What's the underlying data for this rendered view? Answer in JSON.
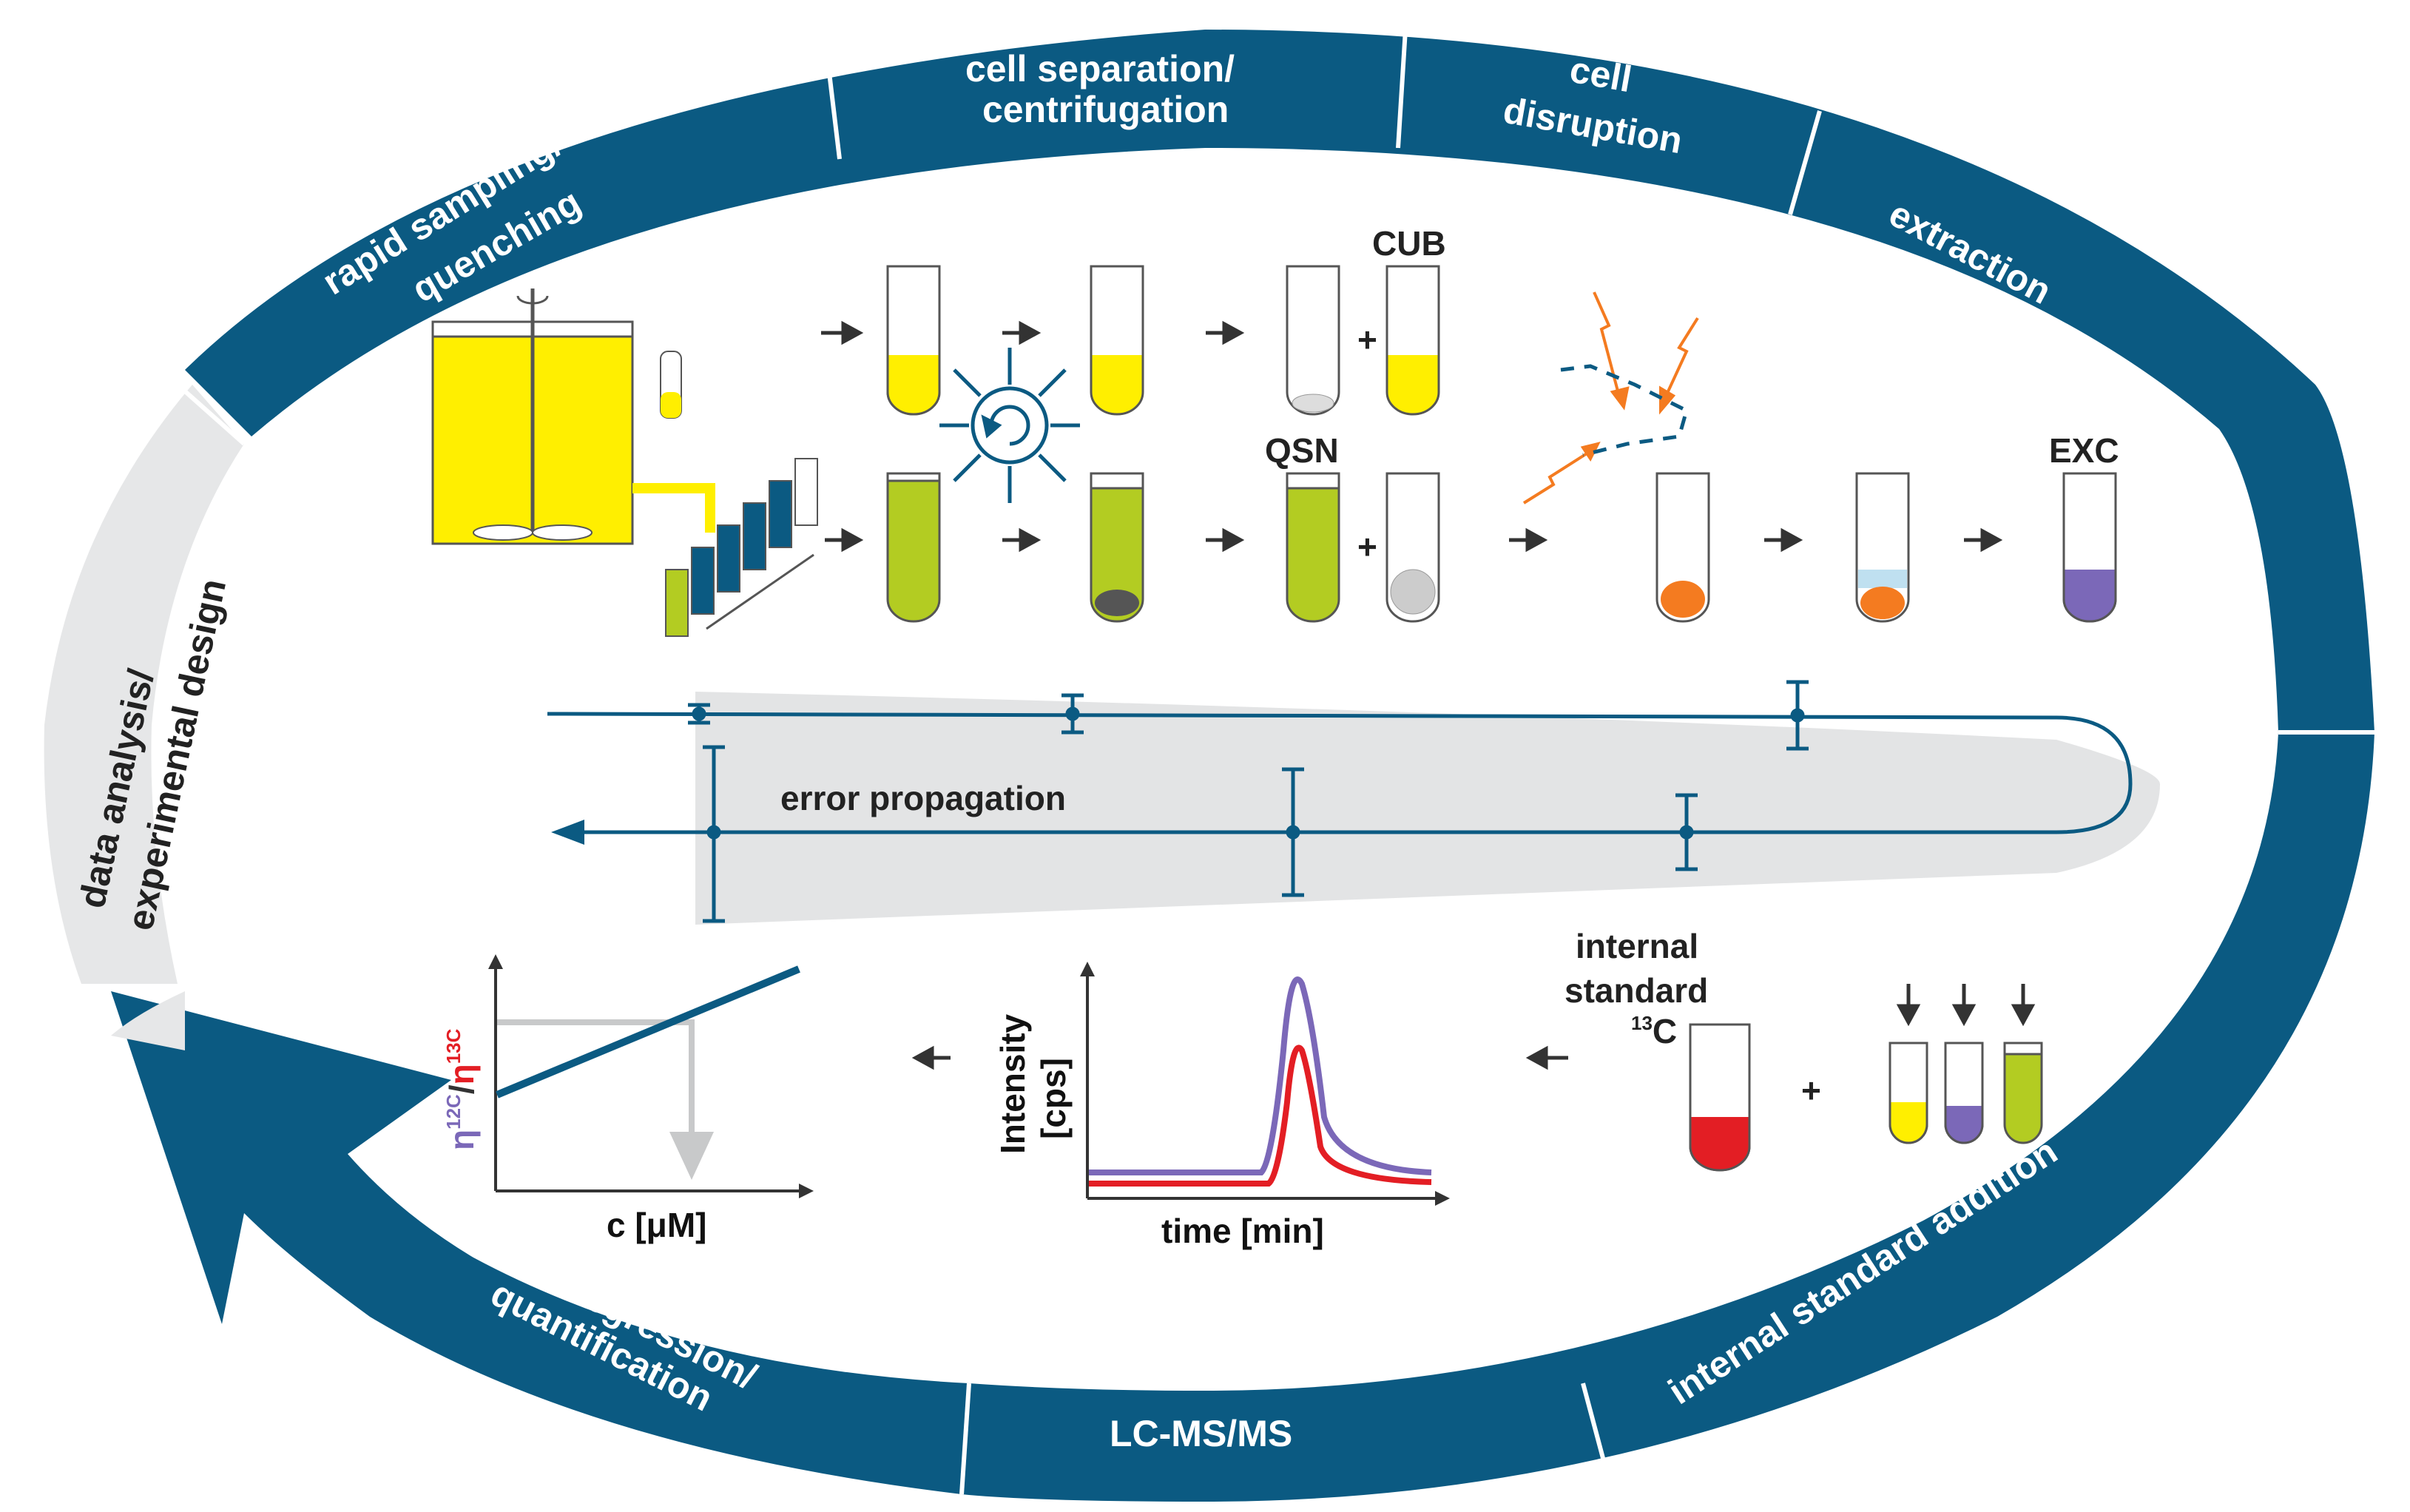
{
  "colors": {
    "ring": "#0b5a82",
    "ring_grey": "#e6e7e8",
    "yellow": "#ffef00",
    "green": "#b3cc22",
    "purple": "#7b68b8",
    "red": "#e31e24",
    "orange": "#f47b20",
    "light_blue": "#bfe0f0",
    "band_grey": "#e3e4e5"
  },
  "ring_steps": {
    "data_analysis": [
      "data analysis/",
      "experimental design"
    ],
    "rapid_sampling": [
      "rapid sampling/",
      "quenching"
    ],
    "cell_separation": [
      "cell separation/",
      "centrifugation"
    ],
    "cell_disruption": [
      "cell",
      "disruption"
    ],
    "extraction": "extraction",
    "internal_standard": "internal standard addition",
    "lcms": "LC-MS/MS",
    "linear_regression": [
      "linear regression/",
      "quantification"
    ]
  },
  "sample_labels": {
    "cub": "CUB",
    "qsn": "QSN",
    "exc": "EXC"
  },
  "error_propagation": "error propagation",
  "internal_standard_box": {
    "line1": "internal",
    "line2": "standard",
    "isotope_sup": "13",
    "isotope": "C"
  },
  "chromatogram": {
    "ylabel_line1": "Intensity",
    "ylabel_line2": "[cps]",
    "xlabel": "time [min]"
  },
  "calibration": {
    "xlabel": "c [μM]",
    "ylabel_eta1": "η",
    "ylabel_sup1": "12C",
    "ylabel_slash": "/",
    "ylabel_eta2": "η",
    "ylabel_sup2": "13C"
  },
  "plus": "+"
}
